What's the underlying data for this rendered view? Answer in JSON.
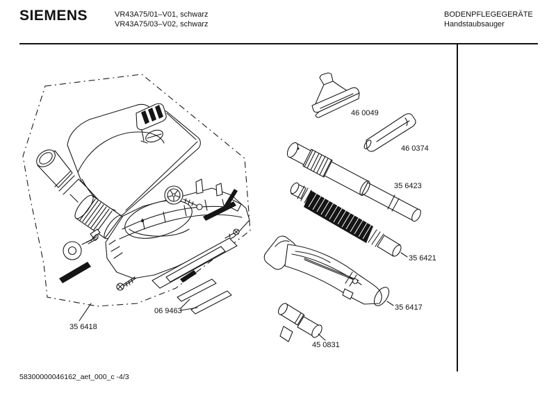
{
  "header": {
    "brand": "SIEMENS",
    "model_line1": "VR43A75/01–V01, schwarz",
    "model_line2": "VR43A75/03–V02, schwarz",
    "division": "BODENPFLEGEGERÄTE",
    "category": "Handstaubsauger"
  },
  "parts": [
    {
      "label": "46 0049"
    },
    {
      "label": "46 0374"
    },
    {
      "label": "35 6423"
    },
    {
      "label": "35 6421"
    },
    {
      "label": "35 6417"
    },
    {
      "label": "45 0831"
    },
    {
      "label": "06 9463"
    },
    {
      "label": "35 6418"
    }
  ],
  "footer": {
    "doc_id": "58300000046162_aet_000_c -4/3"
  },
  "colors": {
    "ink": "#1a1a1a",
    "paper": "#ffffff"
  }
}
